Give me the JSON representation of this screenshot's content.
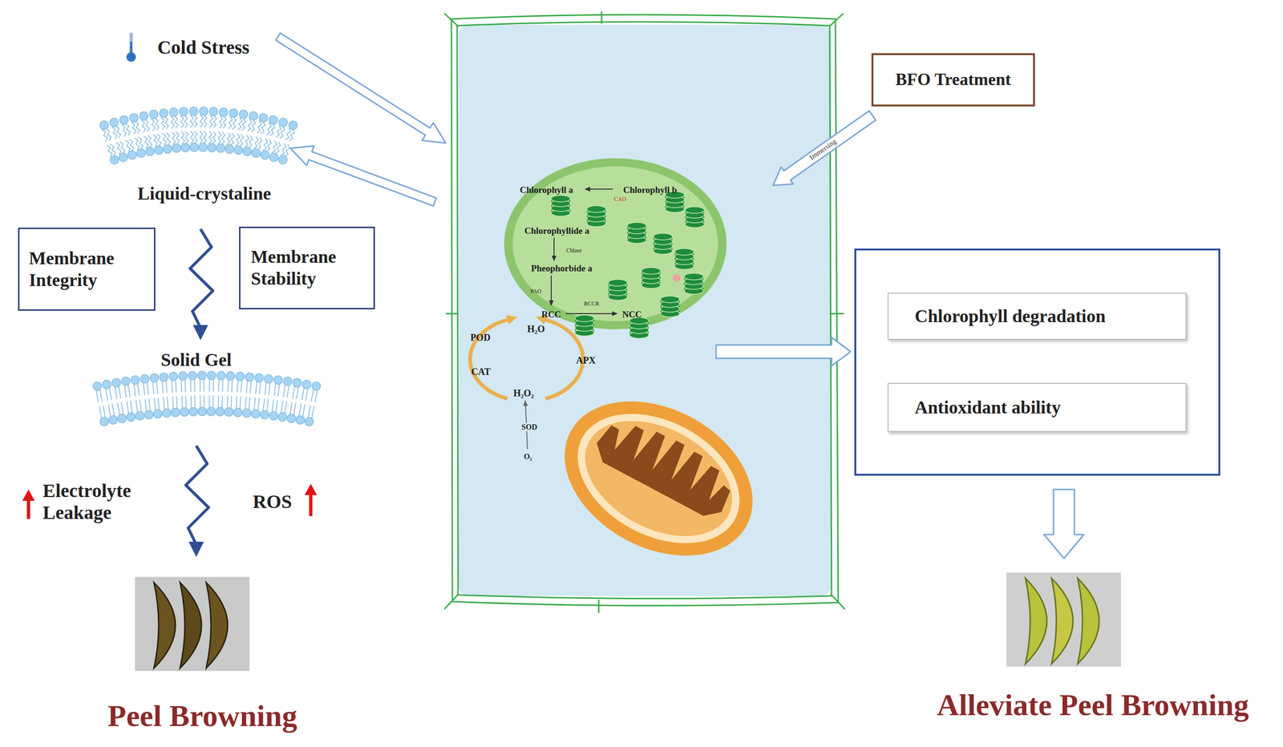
{
  "diagram": {
    "nodes": [
      {
        "text": [
          "Membrane Integrity"
        ]
      },
      {
        "text": [
          "Membrane Stability"
        ]
      },
      {
        "text": [
          "BFO Treatment"
        ]
      },
      {
        "text": [
          "Chlorophyll degradation"
        ]
      },
      {
        "text": [
          "Antioxidant ability"
        ]
      }
    ],
    "labels": [
      "Cold Stress",
      "Liquid-crystaline",
      "Solid Gel",
      "Electrolyte Leakage",
      "ROS",
      "Peel Browning",
      "Immersing",
      "Chlorophyll a",
      "Chlorophyll b",
      "CAO",
      "Chlorophyllide a",
      "Chlase",
      "Pheophorbide a",
      "PAO",
      "RCCR",
      "RCC",
      "NCC",
      "POD",
      "H₂O",
      "APX",
      "CAT",
      "H₂O₂",
      "SOD",
      "O₂",
      "Alleviate Peel Browning"
    ]
  }
}
